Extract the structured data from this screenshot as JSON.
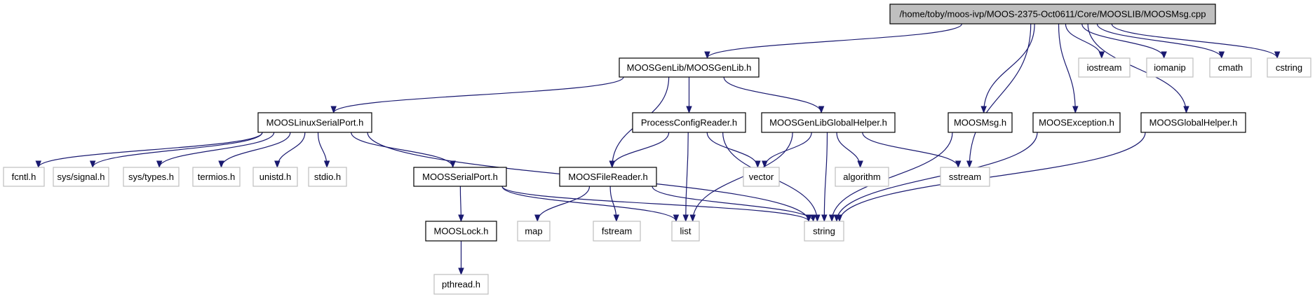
{
  "diagram": {
    "type": "include-dependency-graph",
    "colors": {
      "root_fill": "#bfbfbf",
      "root_border": "#000000",
      "documented_fill": "#ffffff",
      "documented_border": "#000000",
      "external_fill": "#ffffff",
      "external_border": "#bfbfbf",
      "edge": "#191970"
    },
    "nodes": [
      {
        "id": "root",
        "label": "/home/toby/moos-ivp/MOOS-2375-Oct0611/Core/MOOSLIB/MOOSMsg.cpp",
        "kind": "root"
      },
      {
        "id": "genlib",
        "label": "MOOSGenLib/MOOSGenLib.h",
        "kind": "documented"
      },
      {
        "id": "iostream",
        "label": "iostream",
        "kind": "external"
      },
      {
        "id": "iomanip",
        "label": "iomanip",
        "kind": "external"
      },
      {
        "id": "cmath",
        "label": "cmath",
        "kind": "external"
      },
      {
        "id": "cstring",
        "label": "cstring",
        "kind": "external"
      },
      {
        "id": "linuxserial",
        "label": "MOOSLinuxSerialPort.h",
        "kind": "documented"
      },
      {
        "id": "pcr",
        "label": "ProcessConfigReader.h",
        "kind": "documented"
      },
      {
        "id": "genlibhelper",
        "label": "MOOSGenLibGlobalHelper.h",
        "kind": "documented"
      },
      {
        "id": "moosmsg",
        "label": "MOOSMsg.h",
        "kind": "documented"
      },
      {
        "id": "exception",
        "label": "MOOSException.h",
        "kind": "documented"
      },
      {
        "id": "globalhelper",
        "label": "MOOSGlobalHelper.h",
        "kind": "documented"
      },
      {
        "id": "fcntl",
        "label": "fcntl.h",
        "kind": "external"
      },
      {
        "id": "signal",
        "label": "sys/signal.h",
        "kind": "external"
      },
      {
        "id": "systypes",
        "label": "sys/types.h",
        "kind": "external"
      },
      {
        "id": "termios",
        "label": "termios.h",
        "kind": "external"
      },
      {
        "id": "unistd",
        "label": "unistd.h",
        "kind": "external"
      },
      {
        "id": "stdio",
        "label": "stdio.h",
        "kind": "external"
      },
      {
        "id": "serialport",
        "label": "MOOSSerialPort.h",
        "kind": "documented"
      },
      {
        "id": "filereader",
        "label": "MOOSFileReader.h",
        "kind": "documented"
      },
      {
        "id": "vector",
        "label": "vector",
        "kind": "external"
      },
      {
        "id": "algorithm",
        "label": "algorithm",
        "kind": "external"
      },
      {
        "id": "sstream",
        "label": "sstream",
        "kind": "external"
      },
      {
        "id": "lock",
        "label": "MOOSLock.h",
        "kind": "documented"
      },
      {
        "id": "map",
        "label": "map",
        "kind": "external"
      },
      {
        "id": "fstream",
        "label": "fstream",
        "kind": "external"
      },
      {
        "id": "list",
        "label": "list",
        "kind": "external"
      },
      {
        "id": "string",
        "label": "string",
        "kind": "external"
      },
      {
        "id": "pthread",
        "label": "pthread.h",
        "kind": "external"
      }
    ],
    "edges": [
      [
        "root",
        "genlib"
      ],
      [
        "root",
        "sstream"
      ],
      [
        "root",
        "moosmsg"
      ],
      [
        "root",
        "exception"
      ],
      [
        "root",
        "globalhelper"
      ],
      [
        "root",
        "iostream"
      ],
      [
        "root",
        "iomanip"
      ],
      [
        "root",
        "cmath"
      ],
      [
        "root",
        "cstring"
      ],
      [
        "genlib",
        "linuxserial"
      ],
      [
        "genlib",
        "filereader"
      ],
      [
        "genlib",
        "pcr"
      ],
      [
        "genlib",
        "genlibhelper"
      ],
      [
        "linuxserial",
        "fcntl"
      ],
      [
        "linuxserial",
        "signal"
      ],
      [
        "linuxserial",
        "systypes"
      ],
      [
        "linuxserial",
        "termios"
      ],
      [
        "linuxserial",
        "unistd"
      ],
      [
        "linuxserial",
        "stdio"
      ],
      [
        "linuxserial",
        "serialport"
      ],
      [
        "linuxserial",
        "string"
      ],
      [
        "serialport",
        "lock"
      ],
      [
        "serialport",
        "list"
      ],
      [
        "serialport",
        "string"
      ],
      [
        "lock",
        "pthread"
      ],
      [
        "pcr",
        "filereader"
      ],
      [
        "pcr",
        "list"
      ],
      [
        "pcr",
        "string"
      ],
      [
        "pcr",
        "vector"
      ],
      [
        "filereader",
        "map"
      ],
      [
        "filereader",
        "fstream"
      ],
      [
        "filereader",
        "string"
      ],
      [
        "genlibhelper",
        "vector"
      ],
      [
        "genlibhelper",
        "algorithm"
      ],
      [
        "genlibhelper",
        "sstream"
      ],
      [
        "genlibhelper",
        "string"
      ],
      [
        "genlibhelper",
        "list"
      ],
      [
        "moosmsg",
        "string"
      ],
      [
        "exception",
        "string"
      ],
      [
        "globalhelper",
        "string"
      ]
    ]
  }
}
